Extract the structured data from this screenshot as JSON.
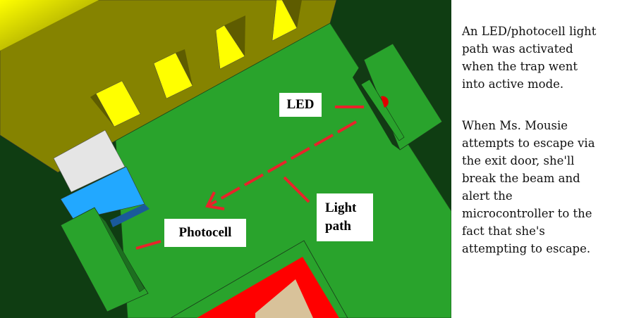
{
  "labels": {
    "led": "LED",
    "photocell": "Photocell",
    "light_path": [
      "Light",
      "path"
    ]
  },
  "caption": {
    "paragraphs": [
      [
        "An LED/photocell light",
        "path was activated",
        "when the trap went",
        "into active mode."
      ],
      [
        "When Ms. Mousie",
        "attempts to escape via",
        "the exit door, she'll",
        "break the beam and",
        "alert the",
        "microcontroller to the",
        "fact that she's",
        "attempting to escape."
      ]
    ]
  },
  "colors": {
    "background_dark": "#0f3d12",
    "floor_green": "#29a32c",
    "wall_olive": "#858300",
    "window_yellow": "#ffff00",
    "accent_red": "#e8232a",
    "blue_box": "#22a8ff"
  }
}
